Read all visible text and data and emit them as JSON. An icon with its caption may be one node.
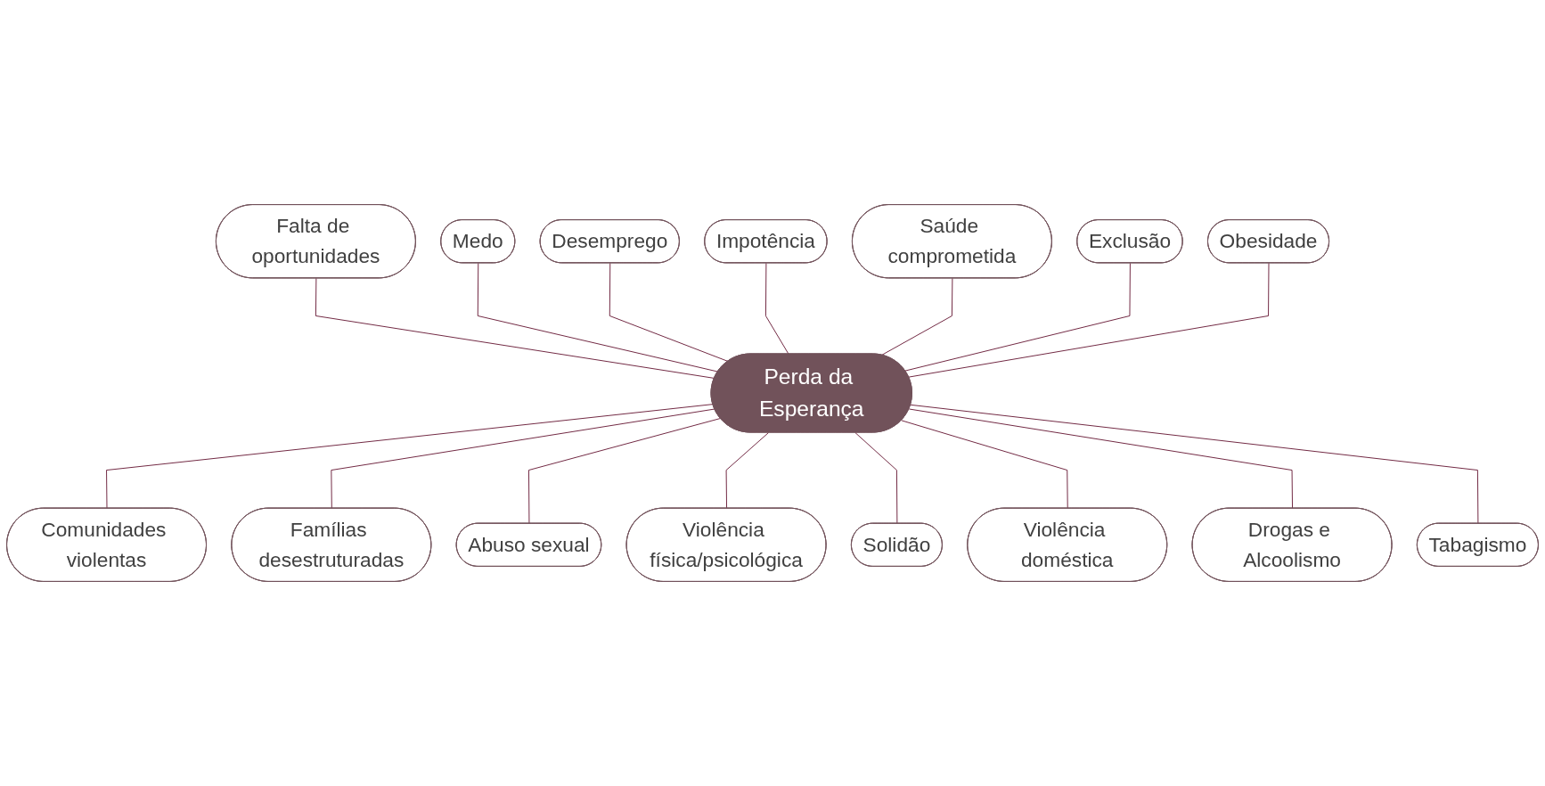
{
  "diagram": {
    "nodes": [
      {
        "text": [
          "Perda da Esperança"
        ]
      },
      {
        "text": [
          "Desemprego"
        ]
      },
      {
        "text": [
          "Impotência"
        ]
      },
      {
        "text": [
          "Saúde comprometida"
        ]
      },
      {
        "text": [
          "Falta de oportunidades"
        ]
      },
      {
        "text": [
          "Exclusão"
        ]
      },
      {
        "text": [
          "Medo"
        ]
      },
      {
        "text": [
          "Obesidade"
        ]
      },
      {
        "text": [
          "Comunidades violentas"
        ]
      },
      {
        "text": [
          "Tabagismo"
        ]
      },
      {
        "text": [
          "Abuso sexual"
        ]
      },
      {
        "text": [
          "Solidão"
        ]
      },
      {
        "text": [
          "Famílias desestruturadas"
        ]
      },
      {
        "text": [
          "Drogas e Alcoolismo"
        ]
      },
      {
        "text": [
          "Violência física/psicológica"
        ]
      },
      {
        "text": [
          "Violência doméstica"
        ]
      }
    ],
    "edges": [
      {
        "from": 4,
        "to": 0,
        "arrow": "none"
      },
      {
        "from": 6,
        "to": 0,
        "arrow": "none"
      },
      {
        "from": 1,
        "to": 0,
        "arrow": "none"
      },
      {
        "from": 2,
        "to": 0,
        "arrow": "none"
      },
      {
        "from": 3,
        "to": 0,
        "arrow": "none"
      },
      {
        "from": 5,
        "to": 0,
        "arrow": "none"
      },
      {
        "from": 7,
        "to": 0,
        "arrow": "none"
      },
      {
        "from": 0,
        "to": 8,
        "arrow": "none"
      },
      {
        "from": 0,
        "to": 12,
        "arrow": "none"
      },
      {
        "from": 0,
        "to": 10,
        "arrow": "none"
      },
      {
        "from": 0,
        "to": 14,
        "arrow": "none"
      },
      {
        "from": 0,
        "to": 11,
        "arrow": "none"
      },
      {
        "from": 0,
        "to": 15,
        "arrow": "none"
      },
      {
        "from": 0,
        "to": 13,
        "arrow": "none"
      },
      {
        "from": 0,
        "to": 9,
        "arrow": "none"
      }
    ]
  }
}
